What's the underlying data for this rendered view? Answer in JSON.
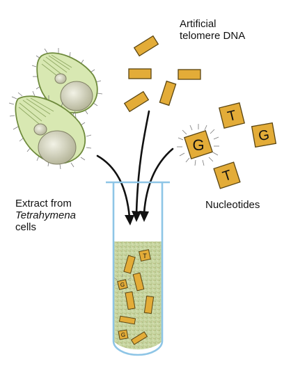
{
  "labels": {
    "artificial_dna": [
      "Artificial",
      "telomere DNA"
    ],
    "extract": {
      "line1": "Extract from",
      "line2": "Tetrahymena",
      "line3": "cells"
    },
    "nucleotides": "Nucleotides"
  },
  "nucleotide_letters": [
    "T",
    "G",
    "G",
    "T"
  ],
  "tube_letters": [
    "T",
    "G",
    "G"
  ],
  "colors": {
    "dna_block": "#e3ac38",
    "dna_outline": "#5a4512",
    "cell_fill": "#d8e8b2",
    "cell_outline": "#6e8a3c",
    "nucleus": "#c9c9b0",
    "tube_outline": "#8ec5e6",
    "liquid": "#c9d7a4",
    "arrow": "#111111"
  }
}
